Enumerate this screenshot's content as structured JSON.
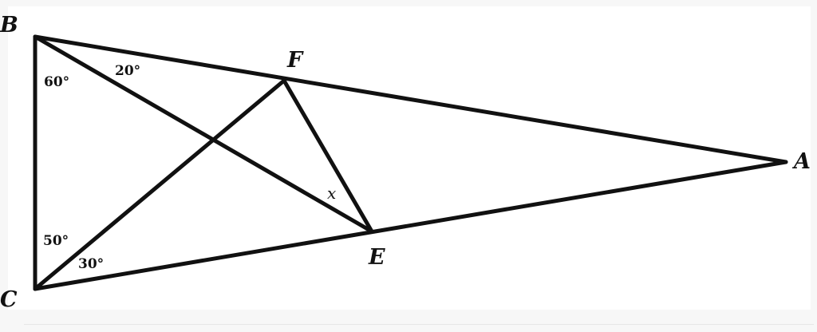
{
  "diagram": {
    "vertices": {
      "B": "B",
      "C": "C",
      "A": "A",
      "F": "F",
      "E": "E"
    },
    "angles": {
      "b_top": "20°",
      "b_bottom": "60°",
      "c_top": "50°",
      "c_bottom": "30°",
      "unknown": "x"
    },
    "colors": {
      "line": "#111111",
      "background": "#ffffff"
    }
  }
}
